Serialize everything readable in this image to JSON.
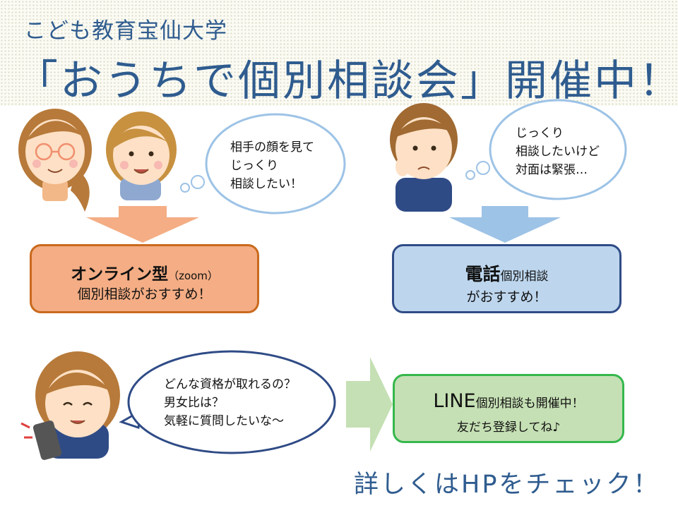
{
  "header": {
    "subtitle": "こども教育宝仙大学",
    "title": "「おうちで個別相談会」開催中！"
  },
  "bubbles": {
    "left": [
      "相手の顔を見て",
      "じっくり",
      "相談したい！"
    ],
    "right": [
      "じっくり",
      "相談したいけど",
      "対面は緊張…"
    ],
    "bottom": [
      "どんな資格が取れるの？",
      "男女比は？",
      "気軽に質問したいな～"
    ]
  },
  "online_box": {
    "main": "オンライン型",
    "note": "（zoom）",
    "line2": "個別相談がおすすめ！"
  },
  "phone_box": {
    "main": "電話",
    "suffix": "個別相談",
    "line2": "がおすすめ！"
  },
  "line_box": {
    "main": "LINE",
    "suffix": "個別相談も開催中！",
    "line2": "友だち登録してね♪"
  },
  "cta": "詳しくはHPをチェック！",
  "colors": {
    "title": "#2f5c8f",
    "orange": "#f4ad84",
    "blue": "#bdd6ee",
    "green": "#c5e0b4"
  }
}
